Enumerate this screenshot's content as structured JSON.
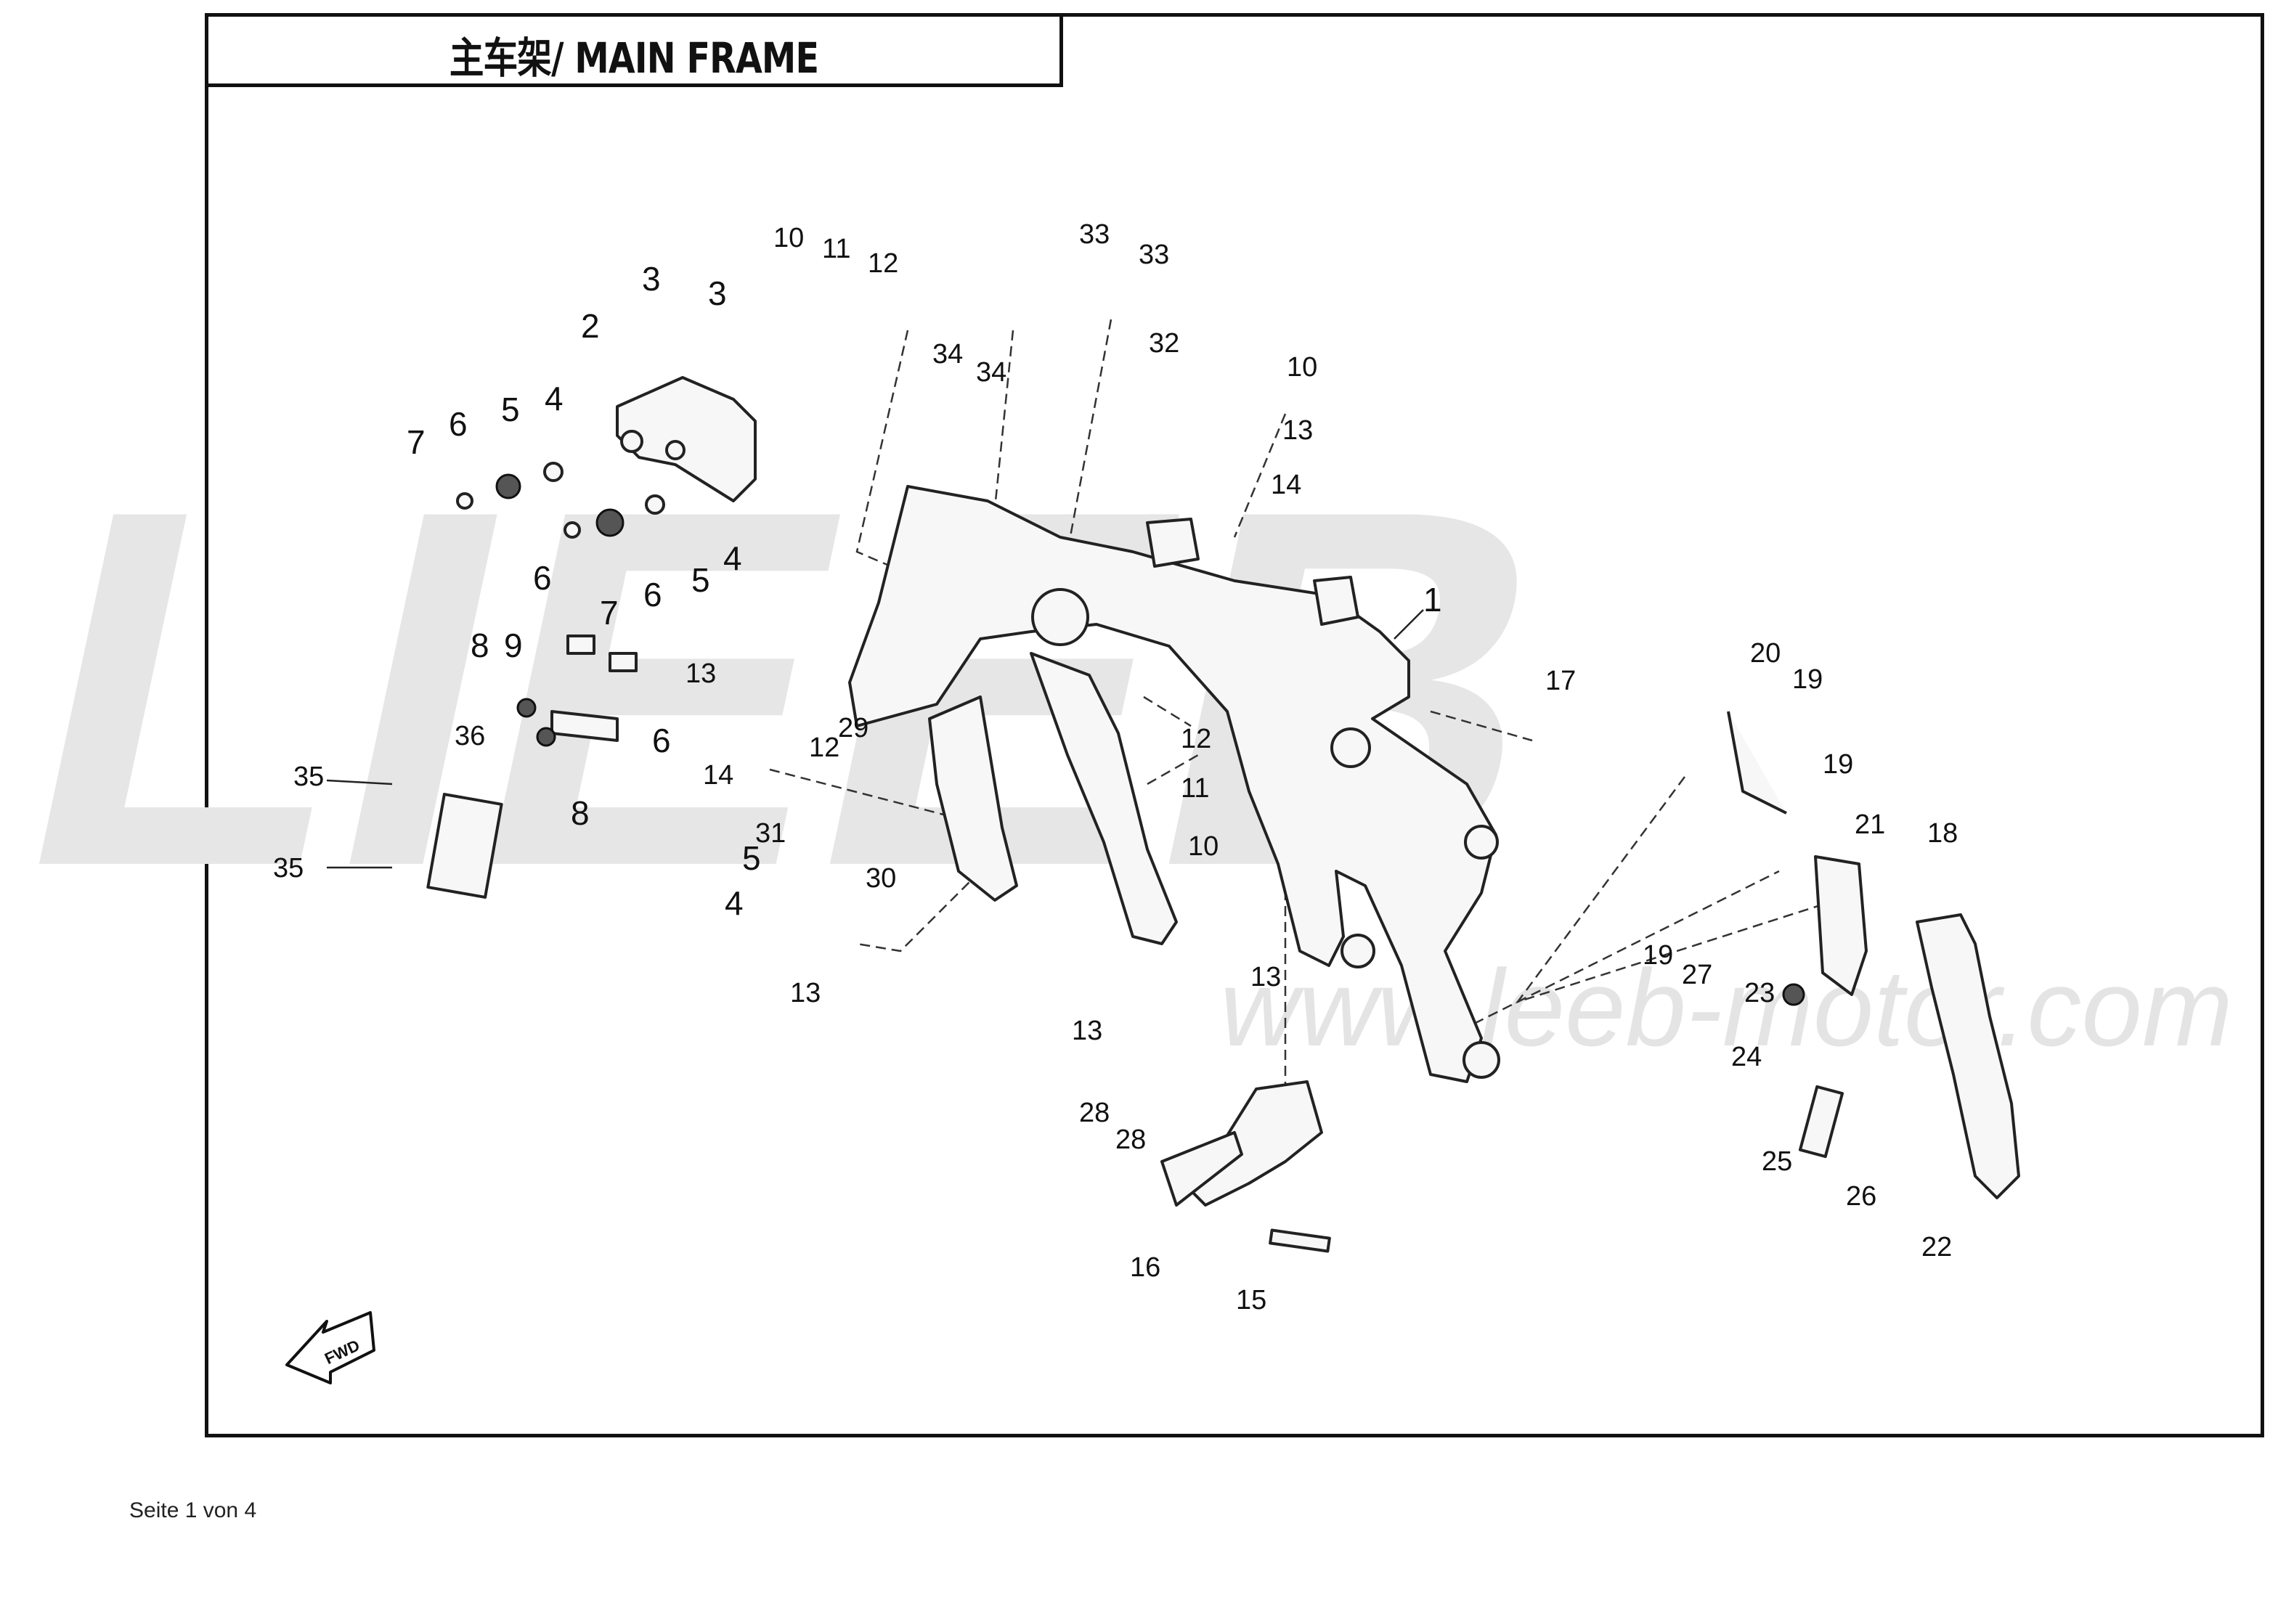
{
  "header": {
    "title": "主车架/ MAIN FRAME"
  },
  "footer": {
    "page_text": "Seite 1 von 4"
  },
  "watermark": {
    "logo": "LIEEB",
    "url": "www.leeb-motor.com"
  },
  "fwd_label": "FWD",
  "callouts": [
    "1",
    "2",
    "3",
    "3",
    "4",
    "4",
    "4",
    "5",
    "5",
    "5",
    "6",
    "6",
    "6",
    "6",
    "7",
    "7",
    "8",
    "8",
    "9",
    "10",
    "10",
    "10",
    "11",
    "11",
    "12",
    "12",
    "12",
    "13",
    "13",
    "13",
    "13",
    "13",
    "13",
    "14",
    "14",
    "15",
    "16",
    "17",
    "18",
    "19",
    "19",
    "19",
    "20",
    "21",
    "22",
    "23",
    "24",
    "25",
    "26",
    "27",
    "28",
    "28",
    "29",
    "30",
    "31",
    "32",
    "33",
    "33",
    "34",
    "34",
    "35",
    "35",
    "36"
  ]
}
